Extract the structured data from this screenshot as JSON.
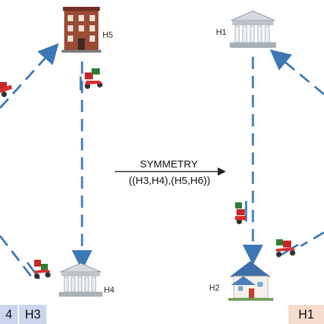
{
  "labels": {
    "h5": "H5",
    "h4": "H4",
    "h1": "H1",
    "h2": "H2"
  },
  "transform": {
    "title": "SYMMETRY",
    "pairs": "((H3,H4),(H5,H6))"
  },
  "sequences": {
    "left": [
      "4",
      "H3"
    ],
    "right": [
      "H1"
    ]
  },
  "colors": {
    "edge": "#3b78b5",
    "cell_left": "#c9d6ee",
    "cell_right": "#f6dccd",
    "roof_red": "#8e3b2c",
    "bank_gray": "#c9cfd6",
    "house_blue": "#3f6fa8"
  },
  "icons": [
    "brick-building-icon",
    "bank-building-icon",
    "house-icon",
    "delivery-scooter-icon"
  ]
}
